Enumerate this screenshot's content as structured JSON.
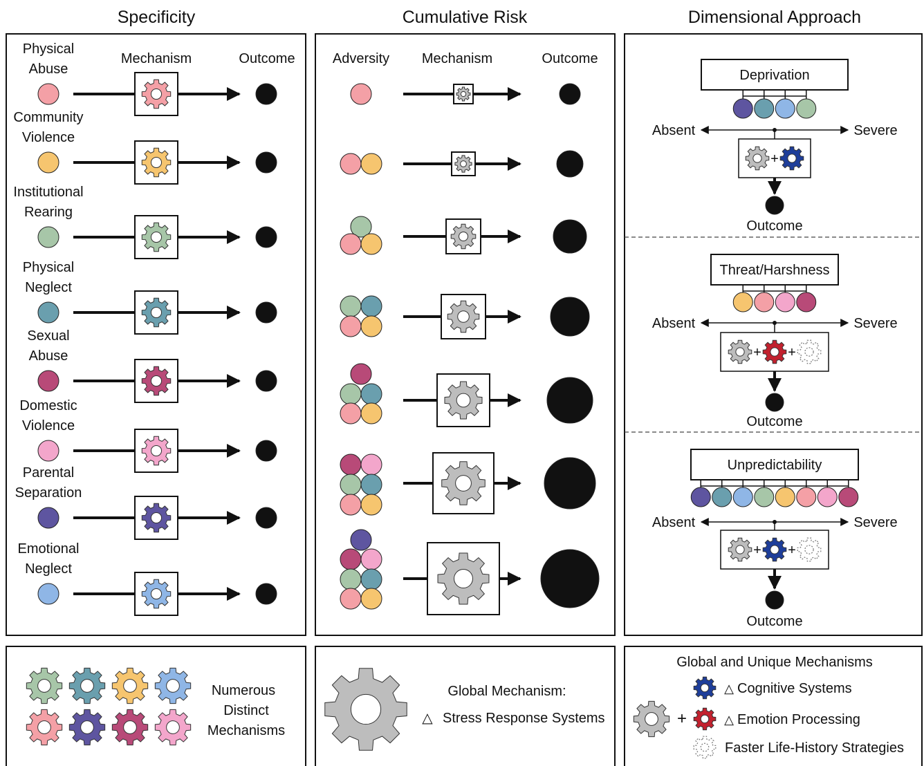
{
  "colors": {
    "physical_abuse": "#F4A0A6",
    "community_violence": "#F6C56F",
    "institutional_rearing": "#A7C6A8",
    "physical_neglect": "#6A9FAE",
    "sexual_abuse": "#B84A78",
    "domestic_violence": "#F3A6CB",
    "parental_separation": "#5E55A0",
    "emotional_neglect": "#8FB6E6",
    "global_gear": "#BDBDBD",
    "cognitive_gear": "#1E3E9A",
    "emotion_gear": "#C2212E",
    "outcome": "#111111"
  },
  "panels": {
    "specificity": {
      "title": "Specificity",
      "col_left": "",
      "col_mechanism": "Mechanism",
      "col_outcome": "Outcome",
      "rows": [
        {
          "label1": "Physical",
          "label2": "Abuse",
          "color_key": "physical_abuse"
        },
        {
          "label1": "Community",
          "label2": "Violence",
          "color_key": "community_violence"
        },
        {
          "label1": "Institutional",
          "label2": "Rearing",
          "color_key": "institutional_rearing"
        },
        {
          "label1": "Physical",
          "label2": "Neglect",
          "color_key": "physical_neglect"
        },
        {
          "label1": "Sexual",
          "label2": "Abuse",
          "color_key": "sexual_abuse"
        },
        {
          "label1": "Domestic",
          "label2": "Violence",
          "color_key": "domestic_violence"
        },
        {
          "label1": "Parental",
          "label2": "Separation",
          "color_key": "parental_separation"
        },
        {
          "label1": "Emotional",
          "label2": "Neglect",
          "color_key": "emotional_neglect"
        }
      ]
    },
    "cumulative": {
      "title": "Cumulative Risk",
      "col_adversity": "Adversity",
      "col_mechanism": "Mechanism",
      "col_outcome": "Outcome",
      "rows": [
        {
          "adversity_count": 1
        },
        {
          "adversity_count": 2
        },
        {
          "adversity_count": 3
        },
        {
          "adversity_count": 4
        },
        {
          "adversity_count": 5
        },
        {
          "adversity_count": 6
        },
        {
          "adversity_count": 7
        }
      ]
    },
    "dimensional": {
      "title": "Dimensional Approach",
      "absent": "Absent",
      "severe": "Severe",
      "outcome": "Outcome",
      "plus": "+",
      "sections": [
        {
          "label": "Deprivation",
          "adversities": [
            "parental_separation",
            "physical_neglect",
            "emotional_neglect",
            "institutional_rearing"
          ],
          "gears": [
            "global",
            "cognitive"
          ]
        },
        {
          "label": "Threat/Harshness",
          "adversities": [
            "community_violence",
            "physical_abuse",
            "domestic_violence",
            "sexual_abuse"
          ],
          "gears": [
            "global",
            "emotion",
            "outline"
          ]
        },
        {
          "label": "Unpredictability",
          "adversities": [
            "parental_separation",
            "physical_neglect",
            "emotional_neglect",
            "institutional_rearing",
            "community_violence",
            "physical_abuse",
            "domestic_violence",
            "sexual_abuse"
          ],
          "gears": [
            "global",
            "cognitive",
            "outline"
          ]
        }
      ]
    }
  },
  "legend": {
    "specificity": {
      "line1": "Numerous",
      "line2": "Distinct",
      "line3": "Mechanisms",
      "gears": [
        "institutional_rearing",
        "physical_neglect",
        "community_violence",
        "emotional_neglect",
        "physical_abuse",
        "parental_separation",
        "sexual_abuse",
        "domestic_violence"
      ]
    },
    "cumulative": {
      "line1": "Global Mechanism:",
      "delta": "△",
      "line2": "Stress Response Systems"
    },
    "dimensional": {
      "heading": "Global and Unique Mechanisms",
      "plus": "+",
      "delta": "△",
      "cognitive": "Cognitive Systems",
      "emotion": "Emotion Processing",
      "life_history": "Faster Life-History Strategies"
    }
  }
}
